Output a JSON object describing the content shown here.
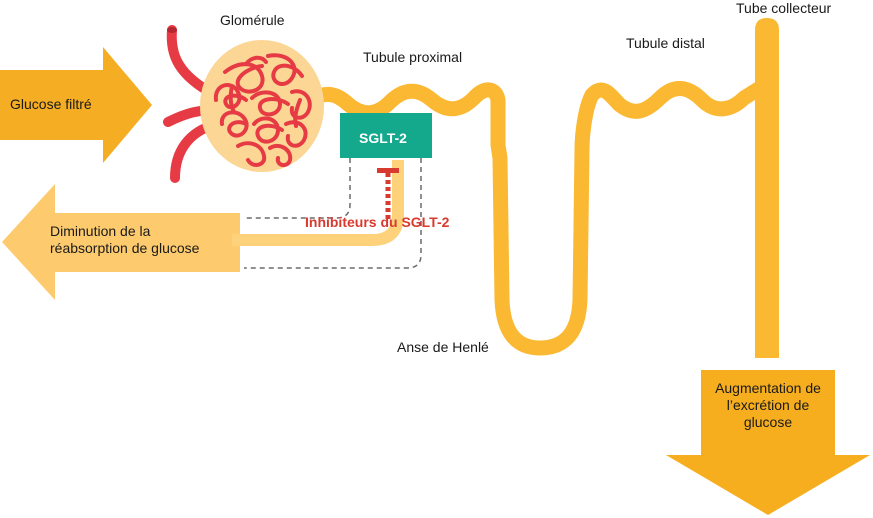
{
  "colors": {
    "tubule": "#fbb832",
    "tubule_light": "#fdd27a",
    "input_arrow": "#f5ad23",
    "output_arrow": "#fdcb6e",
    "excretion_arrow": "#f6ae1e",
    "sglt2_box": "#14a88c",
    "vessel_red": "#e63b45",
    "inhibitor_red": "#d93a2f",
    "capsule": "#fbd694",
    "dashed": "#6b6b6b"
  },
  "icons": {
    "glomerulus": "glomerulus-capillary-tuft",
    "inhibitor": "inhibition-t-bar"
  },
  "labels": {
    "glomerule": "Glomérule",
    "tubule_proximal": "Tubule proximal",
    "tubule_distal": "Tubule distal",
    "tube_collecteur": "Tube collecteur",
    "anse_henle": "Anse de Henlé",
    "sglt2": "SGLT-2",
    "inhibiteurs": "Inhibiteurs du SGLT-2"
  },
  "arrows": {
    "input": {
      "text": "Glucose filtré"
    },
    "output": {
      "lines": [
        "Diminution de la",
        "réabsorption de glucose"
      ]
    },
    "excretion": {
      "lines": [
        "Augmentation de",
        "l’excrétion de",
        "glucose"
      ]
    }
  }
}
